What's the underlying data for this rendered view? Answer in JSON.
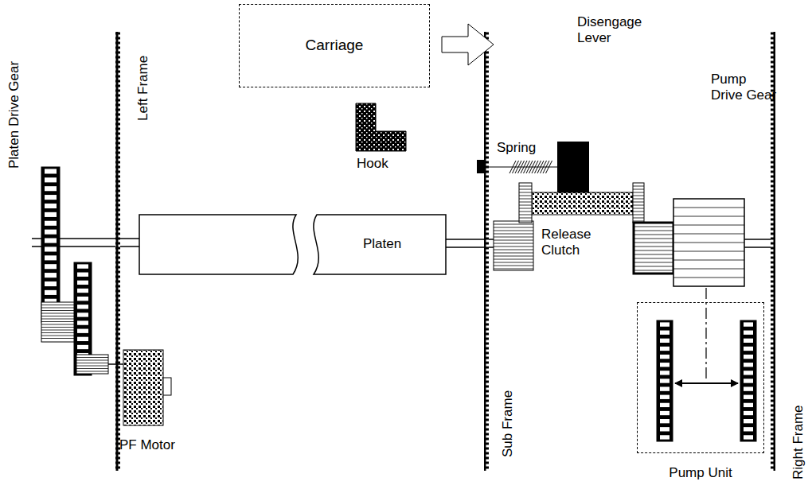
{
  "diagram": {
    "nodes": [
      {
        "text": [
          "Carriage"
        ]
      },
      {
        "text": [
          "Platen"
        ]
      },
      {
        "text": [
          "Pump Unit"
        ]
      }
    ],
    "labels": [
      "Platen Drive Gear",
      "Left Frame",
      "Hook",
      "Disengage Lever",
      "Spring",
      "Pump Drive Gear",
      "Release Clutch",
      "Sub Frame",
      "Right Frame",
      "PF Motor"
    ]
  }
}
